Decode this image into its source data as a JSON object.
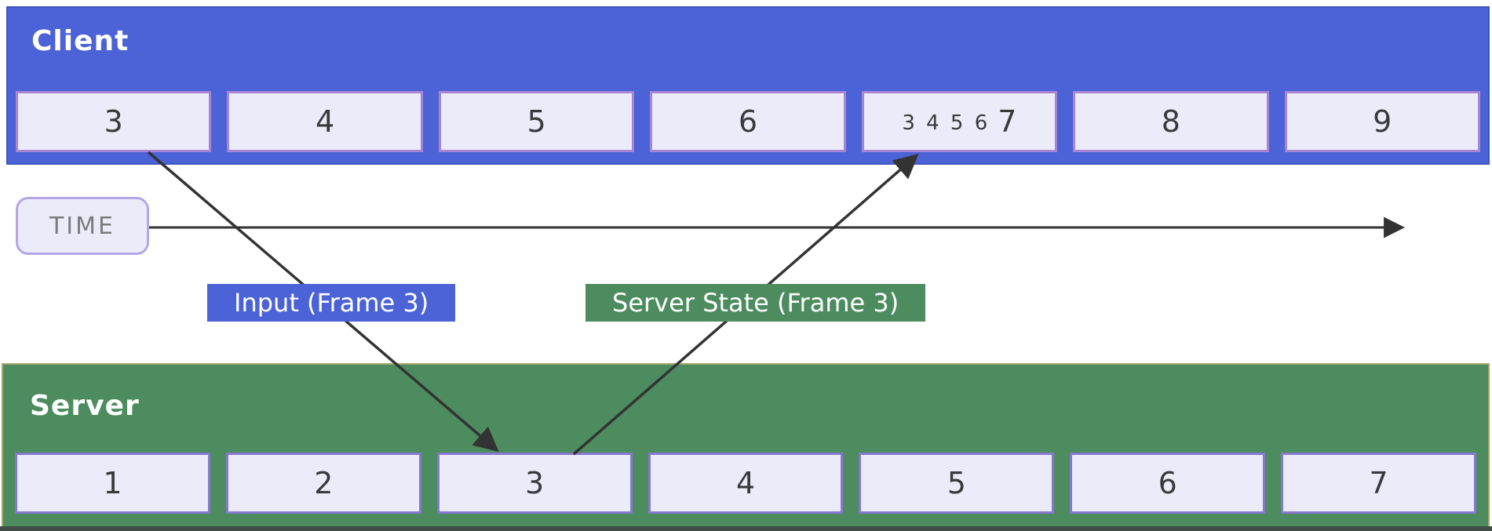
{
  "client": {
    "title": "Client",
    "frames": [
      {
        "label": "3"
      },
      {
        "label": "4"
      },
      {
        "label": "5"
      },
      {
        "label": "6"
      },
      {
        "prefix": "3 4 5 6",
        "label": "7"
      },
      {
        "label": "8"
      },
      {
        "label": "9"
      }
    ]
  },
  "server": {
    "title": "Server",
    "frames": [
      {
        "label": "1"
      },
      {
        "label": "2"
      },
      {
        "label": "3"
      },
      {
        "label": "4"
      },
      {
        "label": "5"
      },
      {
        "label": "6"
      },
      {
        "label": "7"
      }
    ]
  },
  "timeline": {
    "label": "TIME"
  },
  "annotations": {
    "input_label": "Input (Frame 3)",
    "server_state_label": "Server State (Frame 3)"
  },
  "colors": {
    "client_blue": "#4b63d6",
    "server_green": "#4d8c5e",
    "frame_fill": "#ecebfa",
    "client_frame_border": "#a884d4",
    "server_frame_border": "#8578d0",
    "arrow": "#333333",
    "time_text": "#7b7b7b"
  }
}
